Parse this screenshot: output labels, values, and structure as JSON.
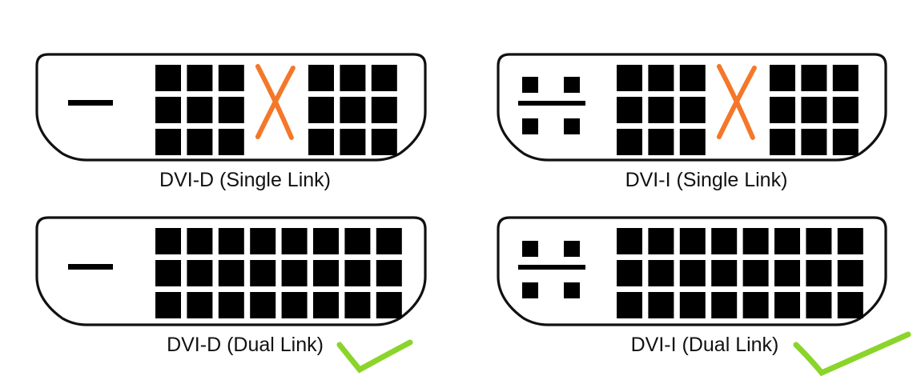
{
  "connectors": [
    {
      "id": "dvi-d-single",
      "label": "DVI-D (Single Link)",
      "type": "DVI-D",
      "link": "single",
      "marker": "cross"
    },
    {
      "id": "dvi-i-single",
      "label": "DVI-I (Single Link)",
      "type": "DVI-I",
      "link": "single",
      "marker": "cross"
    },
    {
      "id": "dvi-d-dual",
      "label": "DVI-D (Dual Link)",
      "type": "DVI-D",
      "link": "dual",
      "marker": "check"
    },
    {
      "id": "dvi-i-dual",
      "label": "DVI-I (Dual Link)",
      "type": "DVI-I",
      "link": "dual",
      "marker": "check"
    }
  ],
  "colors": {
    "outline": "#111111",
    "pin": "#000000",
    "cross": "#f5772a",
    "check": "#8bd42a",
    "text": "#111111"
  },
  "icons": {
    "cross": "orange-x-mark-icon",
    "check": "green-check-mark-icon"
  }
}
